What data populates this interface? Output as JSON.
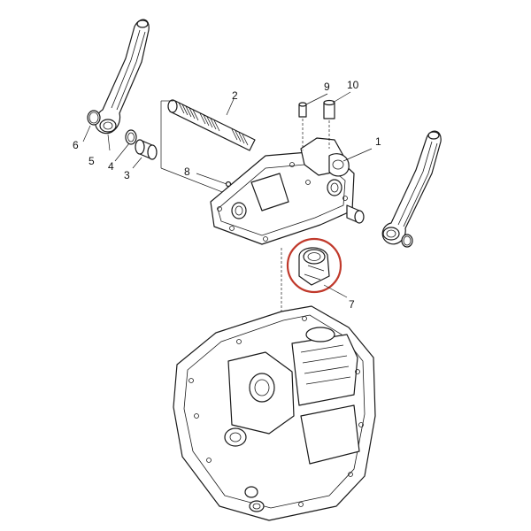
{
  "callouts": {
    "c1": "1",
    "c2": "2",
    "c3": "3",
    "c4": "4",
    "c5": "5",
    "c6": "6",
    "c7": "7",
    "c8": "8",
    "c9": "9",
    "c10": "10"
  },
  "highlight_color": "#c0392b",
  "line_color": "#1a1a1a"
}
